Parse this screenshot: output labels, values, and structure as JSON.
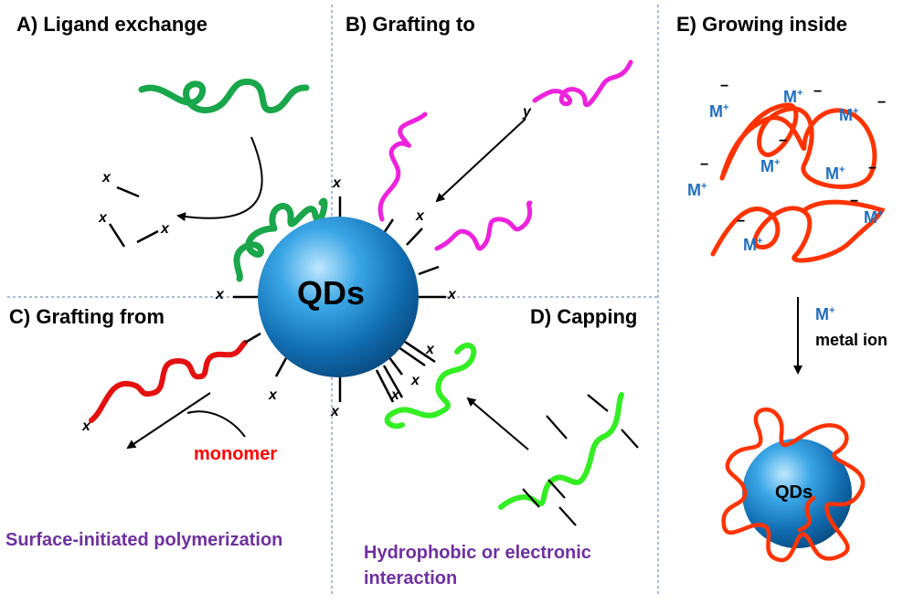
{
  "panels": {
    "a_title": "A) Ligand exchange",
    "b_title": "B) Grafting to",
    "c_title": "C) Grafting from",
    "d_title": "D) Capping",
    "e_title": "E) Growing inside"
  },
  "core_label": "QDs",
  "small_core_label": "QDs",
  "end_group_x": "x",
  "end_group_y": "y",
  "monomer_label": "monomer",
  "surface_initiated_label": "Surface-initiated polymerization",
  "hydrophobic_line1": "Hydrophobic or electronic",
  "hydrophobic_line2": "interaction",
  "metal_ion_symbol": "M",
  "metal_ion_charge": "+",
  "negative_charge": "−",
  "metal_ion_caption": "metal ion",
  "colors": {
    "green": "#1aa64a",
    "bright_green": "#33ee22",
    "magenta": "#ee22dd",
    "red": "#e41010",
    "orange_red": "#ff3300",
    "purple": "#7030a0",
    "blue_ion": "#1f6fbf",
    "divider": "#5577aa"
  }
}
